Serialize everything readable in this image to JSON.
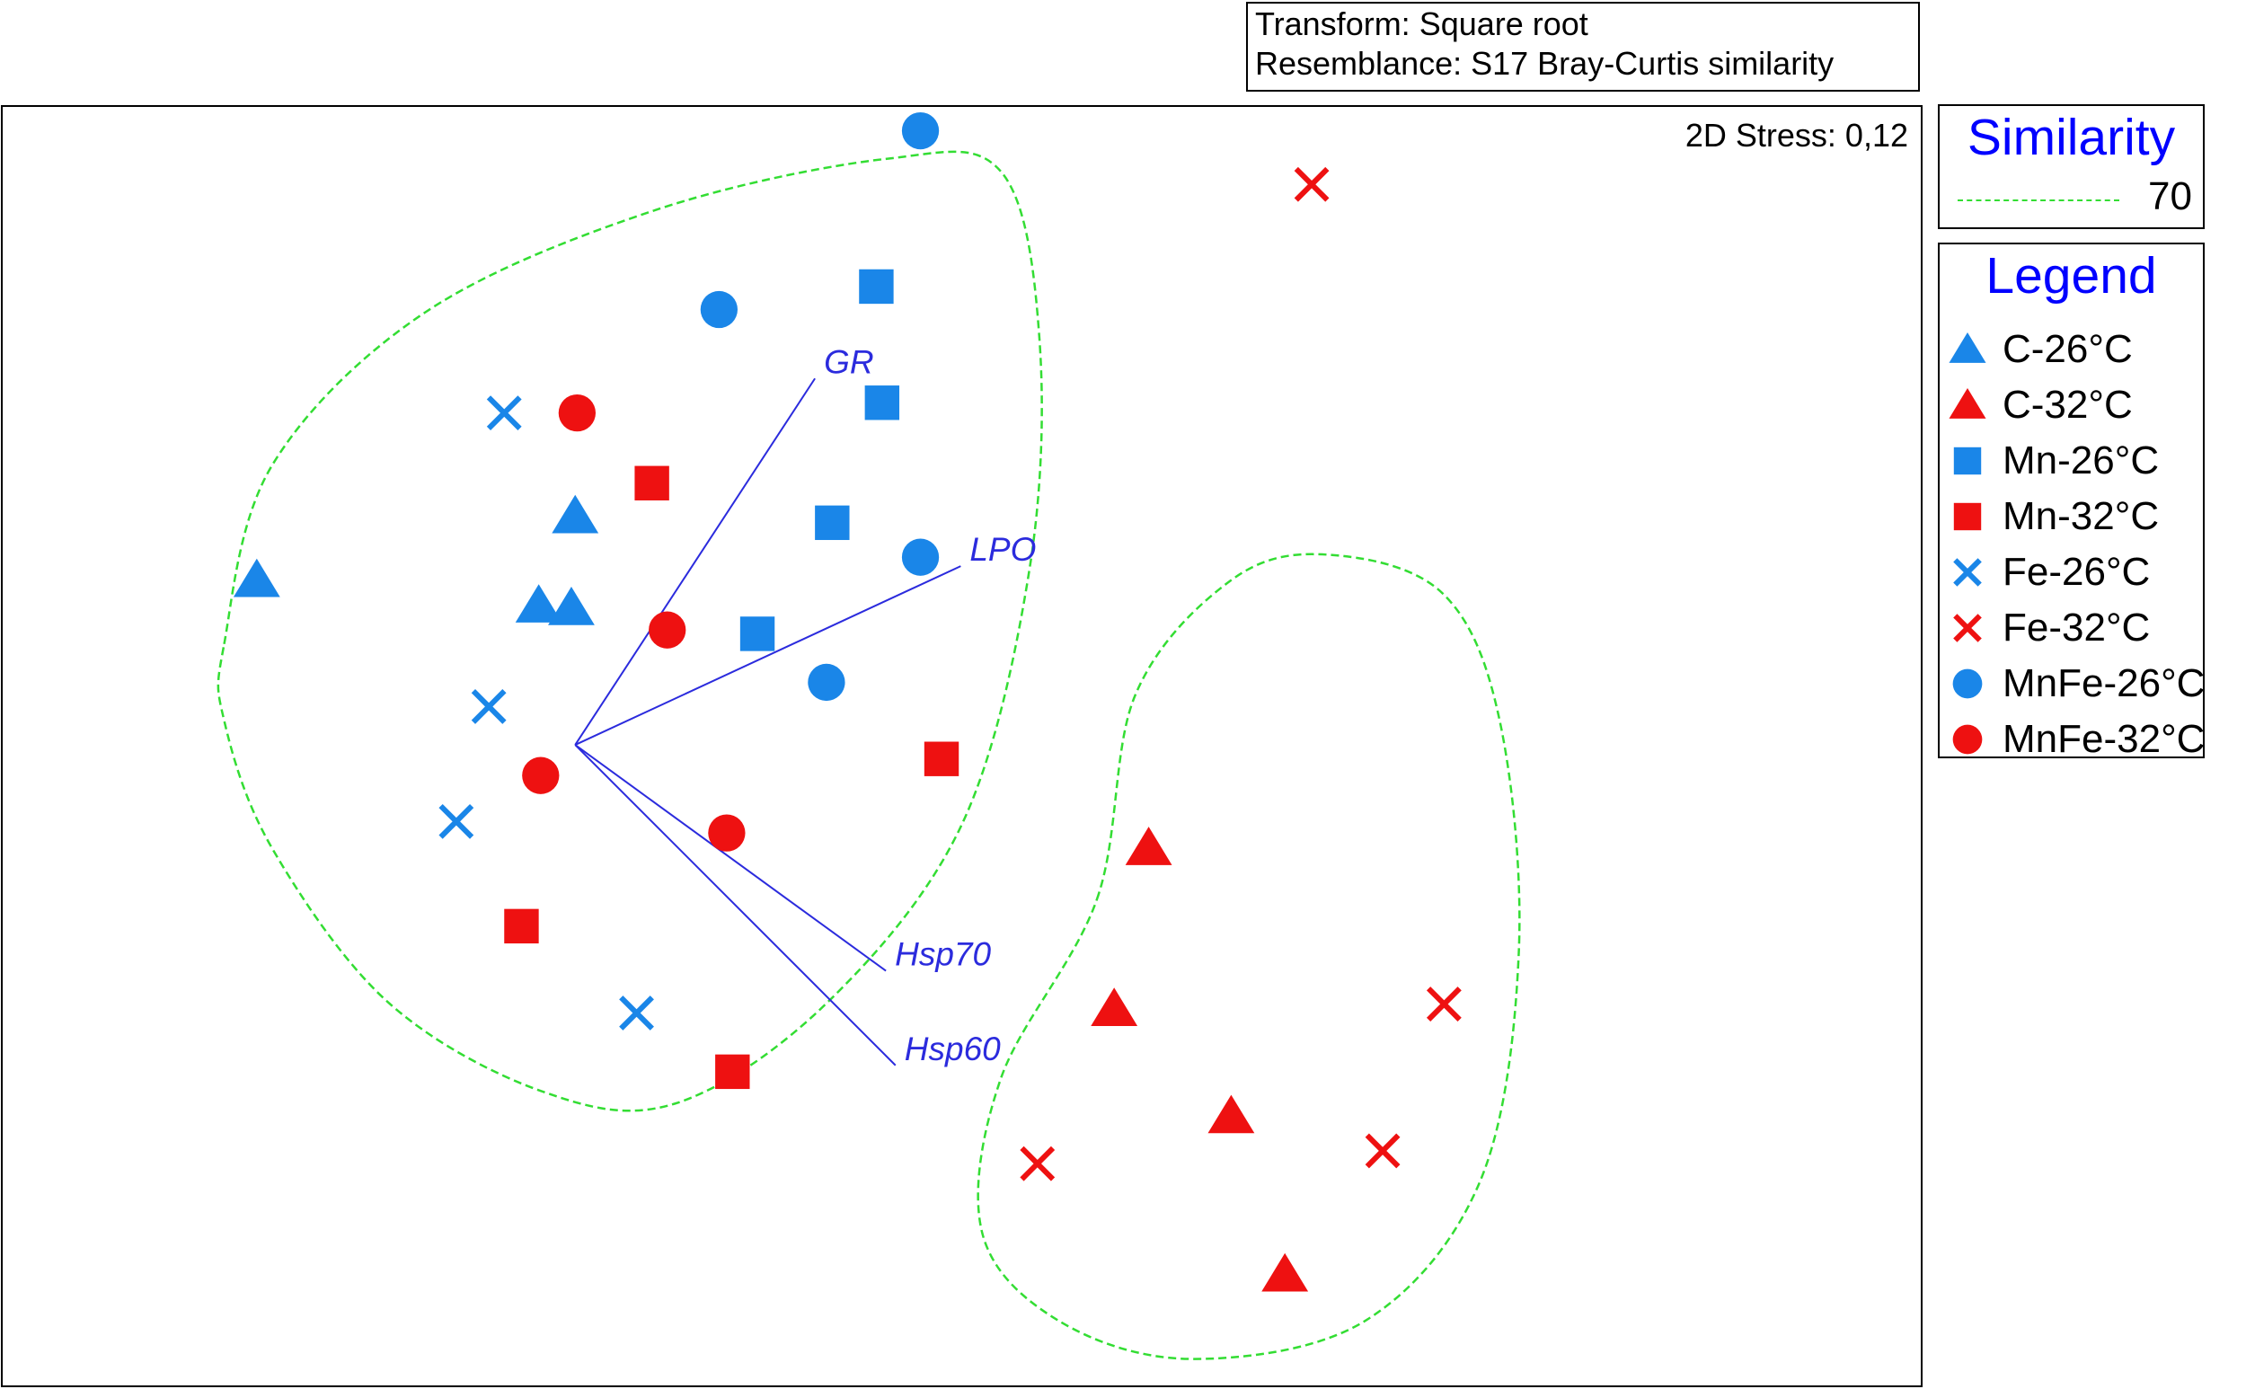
{
  "info_box": {
    "line1": "Transform: Square root",
    "line2": "Resemblance: S17 Bray-Curtis similarity"
  },
  "stress_label": "2D Stress: 0,12",
  "similarity_box": {
    "title": "Similarity",
    "value": "70",
    "line_color": "#33dd33"
  },
  "legend_title": "Legend",
  "colors": {
    "blue": "#1a86e8",
    "red": "#ee1111",
    "vector": "#2b2bdd"
  },
  "chart_data": {
    "type": "scatter",
    "title": "",
    "xlabel": "",
    "ylabel": "",
    "xlim": [
      0,
      100
    ],
    "ylim": [
      0,
      100
    ],
    "grid": false,
    "legend_position": "right",
    "series": [
      {
        "name": "C-26°C",
        "marker": "triangle",
        "color": "#1a86e8",
        "points": [
          [
            13.2,
            63.0
          ],
          [
            27.9,
            61.0
          ],
          [
            29.6,
            60.8
          ],
          [
            29.8,
            68.0
          ]
        ]
      },
      {
        "name": "C-32°C",
        "marker": "triangle",
        "color": "#ee1111",
        "points": [
          [
            59.7,
            42.0
          ],
          [
            57.9,
            29.4
          ],
          [
            64.0,
            21.0
          ],
          [
            66.8,
            8.6
          ]
        ]
      },
      {
        "name": "Mn-26°C",
        "marker": "square",
        "color": "#1a86e8",
        "points": [
          [
            45.5,
            86.0
          ],
          [
            45.8,
            76.9
          ],
          [
            43.2,
            67.5
          ],
          [
            39.3,
            58.8
          ]
        ]
      },
      {
        "name": "Mn-32°C",
        "marker": "square",
        "color": "#ee1111",
        "points": [
          [
            33.8,
            70.6
          ],
          [
            27.0,
            35.9
          ],
          [
            38.0,
            24.5
          ],
          [
            48.9,
            49.0
          ]
        ]
      },
      {
        "name": "Fe-26°C",
        "marker": "cross",
        "color": "#1a86e8",
        "points": [
          [
            26.1,
            76.1
          ],
          [
            25.3,
            53.1
          ],
          [
            23.6,
            44.1
          ],
          [
            33.0,
            29.1
          ]
        ]
      },
      {
        "name": "Fe-32°C",
        "marker": "cross",
        "color": "#ee1111",
        "points": [
          [
            68.2,
            94.0
          ],
          [
            75.1,
            29.8
          ],
          [
            71.9,
            18.3
          ],
          [
            53.9,
            17.3
          ]
        ]
      },
      {
        "name": "MnFe-26°C",
        "marker": "circle",
        "color": "#1a86e8",
        "points": [
          [
            47.8,
            98.2
          ],
          [
            37.3,
            84.2
          ],
          [
            47.8,
            64.8
          ],
          [
            42.9,
            55.0
          ]
        ]
      },
      {
        "name": "MnFe-32°C",
        "marker": "circle",
        "color": "#ee1111",
        "points": [
          [
            29.9,
            76.1
          ],
          [
            34.6,
            59.1
          ],
          [
            28.0,
            47.7
          ],
          [
            37.7,
            43.2
          ]
        ]
      }
    ],
    "vectors": {
      "origin": [
        29.8,
        50.1
      ],
      "items": [
        {
          "label": "GR",
          "end": [
            42.3,
            78.8
          ]
        },
        {
          "label": "LPO",
          "end": [
            49.9,
            64.1
          ]
        },
        {
          "label": "Hsp70",
          "end": [
            46.0,
            32.4
          ]
        },
        {
          "label": "Hsp60",
          "end": [
            46.5,
            25.0
          ]
        }
      ]
    },
    "similarity_clusters": [
      {
        "level": "70",
        "outline": [
          [
            11.5,
            58
          ],
          [
            14,
            72
          ],
          [
            22,
            84
          ],
          [
            34,
            92
          ],
          [
            46,
            96
          ],
          [
            52,
            95
          ],
          [
            54,
            82
          ],
          [
            53.5,
            64
          ],
          [
            50,
            44
          ],
          [
            43,
            30
          ],
          [
            35,
            22
          ],
          [
            28,
            23
          ],
          [
            20,
            30
          ],
          [
            14,
            42
          ],
          [
            11.5,
            52
          ]
        ]
      },
      {
        "level": "70",
        "outline": [
          [
            57,
            38
          ],
          [
            59,
            54
          ],
          [
            64,
            63
          ],
          [
            69,
            65
          ],
          [
            75,
            62
          ],
          [
            78,
            52
          ],
          [
            79,
            34
          ],
          [
            77,
            16
          ],
          [
            71,
            5
          ],
          [
            62,
            2
          ],
          [
            55,
            5
          ],
          [
            51,
            12
          ],
          [
            52,
            24
          ]
        ]
      }
    ]
  },
  "legend": [
    {
      "label": "C-26°C",
      "marker": "triangle",
      "color": "#1a86e8"
    },
    {
      "label": "C-32°C",
      "marker": "triangle",
      "color": "#ee1111"
    },
    {
      "label": "Mn-26°C",
      "marker": "square",
      "color": "#1a86e8"
    },
    {
      "label": "Mn-32°C",
      "marker": "square",
      "color": "#ee1111"
    },
    {
      "label": "Fe-26°C",
      "marker": "cross",
      "color": "#1a86e8"
    },
    {
      "label": "Fe-32°C",
      "marker": "cross",
      "color": "#ee1111"
    },
    {
      "label": "MnFe-26°C",
      "marker": "circle",
      "color": "#1a86e8"
    },
    {
      "label": "MnFe-32°C",
      "marker": "circle",
      "color": "#ee1111"
    }
  ]
}
